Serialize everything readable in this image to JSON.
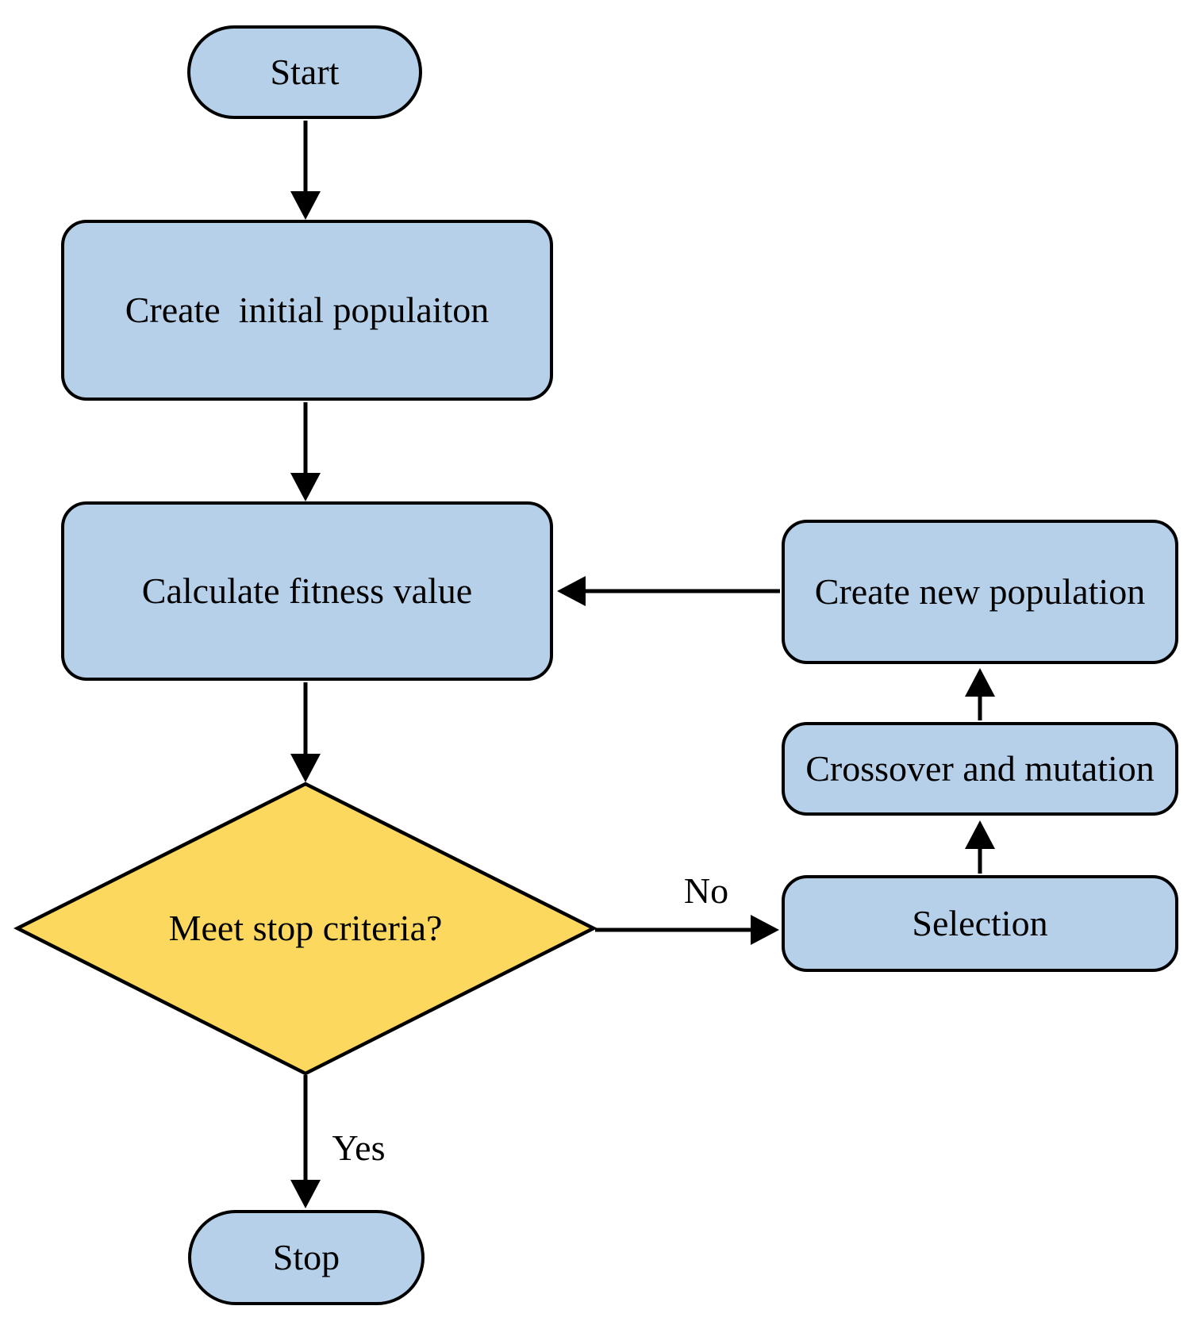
{
  "flowchart": {
    "nodes": {
      "start": {
        "label": "Start",
        "type": "terminator"
      },
      "create_initial_population": {
        "label": "Create  initial populaiton",
        "type": "process"
      },
      "calculate_fitness": {
        "label": "Calculate fitness value",
        "type": "process"
      },
      "stop_criteria_decision": {
        "label": "Meet stop criteria?",
        "type": "decision"
      },
      "selection": {
        "label": "Selection",
        "type": "process"
      },
      "crossover_mutation": {
        "label": "Crossover and mutation",
        "type": "process"
      },
      "create_new_population": {
        "label": "Create new population",
        "type": "process"
      },
      "stop": {
        "label": "Stop",
        "type": "terminator"
      }
    },
    "edge_labels": {
      "yes": "Yes",
      "no": "No"
    },
    "colors": {
      "process_fill": "#B6D0EA",
      "decision_fill": "#FDD85E",
      "stroke": "#000000"
    }
  }
}
